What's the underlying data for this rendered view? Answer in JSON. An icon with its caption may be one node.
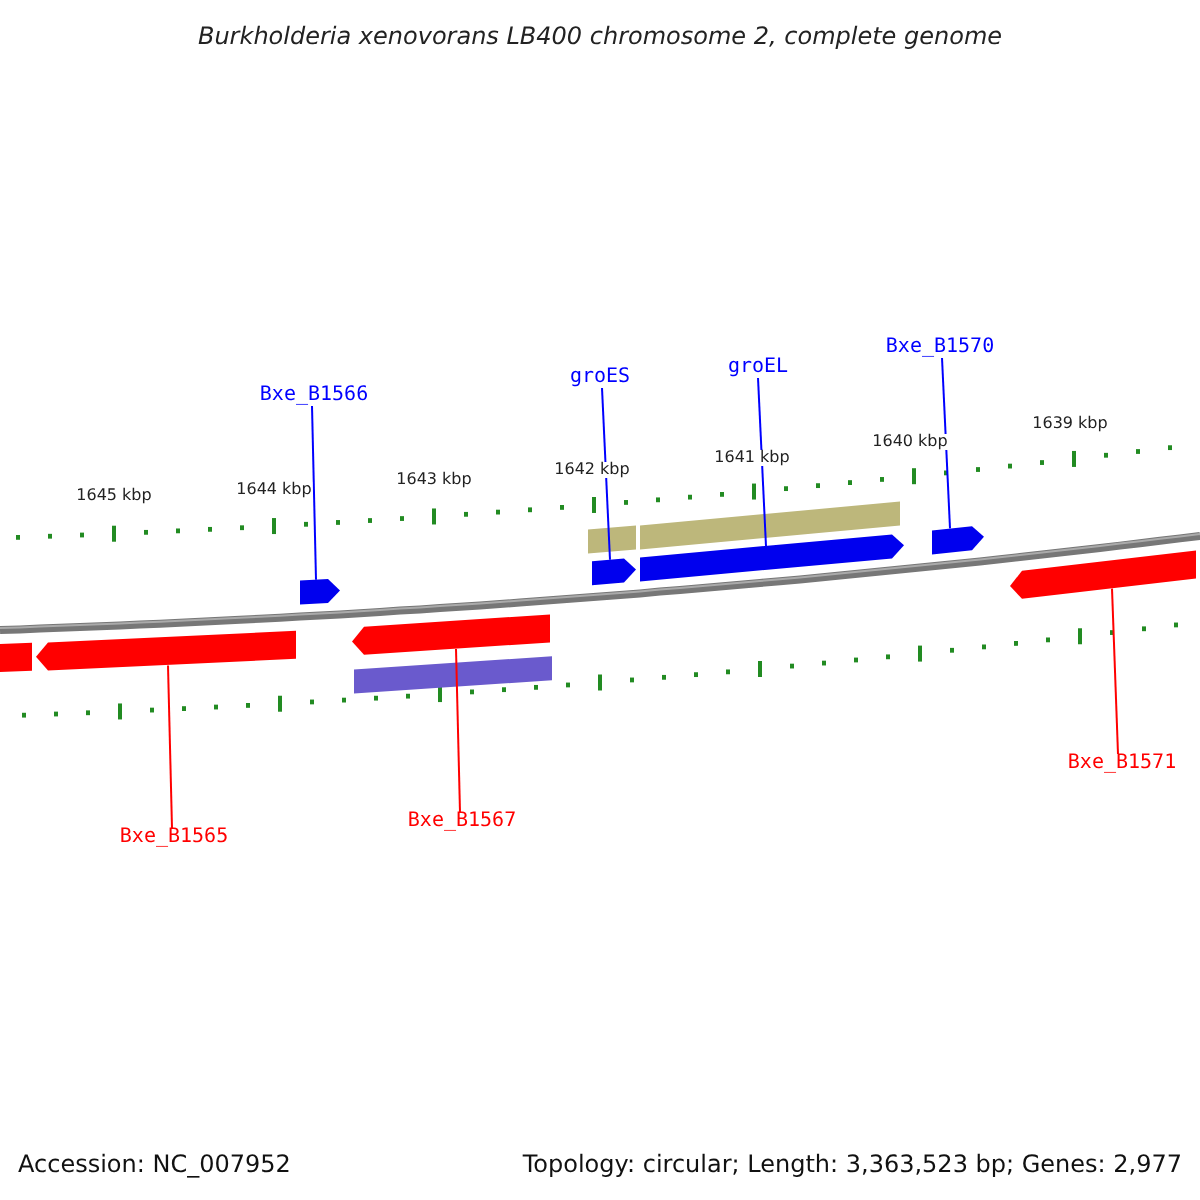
{
  "diagram": {
    "title": "Burkholderia xenovorans LB400 chromosome 2, complete genome",
    "nodes": [
      {
        "text": [
          "Bxe_B1566"
        ]
      },
      {
        "text": [
          "groES"
        ]
      },
      {
        "text": [
          "groEL"
        ]
      },
      {
        "text": [
          "Bxe_B1570"
        ]
      },
      {
        "text": [
          "Bxe_B1565"
        ]
      },
      {
        "text": [
          "Bxe_B1567"
        ]
      },
      {
        "text": [
          "Bxe_B1571"
        ]
      },
      {
        "text": [],
        "shape": "arrow"
      },
      {
        "text": [],
        "shape": "arrow"
      },
      {
        "text": [],
        "shape": "arrow"
      },
      {
        "text": [],
        "shape": "arrow"
      },
      {
        "text": [],
        "shape": "arrow"
      },
      {
        "text": [],
        "shape": "arrow"
      },
      {
        "text": [],
        "shape": "arrow"
      },
      {
        "text": [],
        "shape": "bar"
      },
      {
        "text": [],
        "shape": "bar"
      },
      {
        "text": [],
        "shape": "bar"
      },
      {
        "text": [],
        "shape": "arrow"
      }
    ],
    "edges": [
      {
        "from": 0,
        "to": 7,
        "arrow": "none",
        "color": "#0000ff"
      },
      {
        "from": 1,
        "to": 8,
        "arrow": "none",
        "color": "#0000ff"
      },
      {
        "from": 2,
        "to": 9,
        "arrow": "none",
        "color": "#0000ff"
      },
      {
        "from": 3,
        "to": 10,
        "arrow": "none",
        "color": "#0000ff"
      },
      {
        "from": 4,
        "to": 11,
        "arrow": "none",
        "color": "#ff0000"
      },
      {
        "from": 5,
        "to": 12,
        "arrow": "none",
        "color": "#ff0000"
      },
      {
        "from": 6,
        "to": 13,
        "arrow": "none",
        "color": "#ff0000"
      }
    ],
    "labels": [
      "1639 kbp",
      "1640 kbp",
      "1641 kbp",
      "1642 kbp",
      "1643 kbp",
      "1644 kbp",
      "1645 kbp",
      "Accession: NC_007952",
      "Topology: circular; Length: 3,363,523 bp; Genes: 2,977"
    ]
  }
}
